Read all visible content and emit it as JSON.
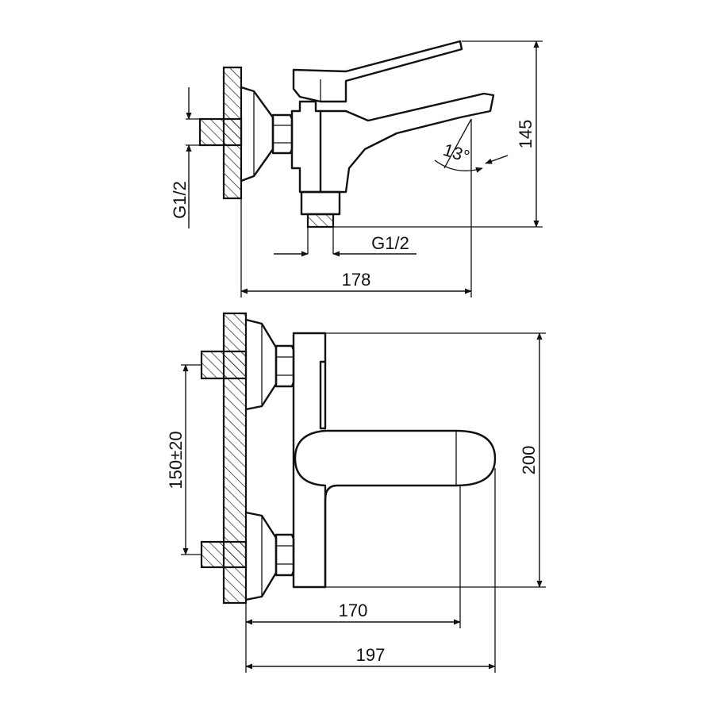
{
  "top_view": {
    "dim_width": "178",
    "dim_height": "145",
    "dim_angle": "13°",
    "dim_inlet_left": "G1/2",
    "dim_inlet_bottom": "G1/2"
  },
  "bottom_view": {
    "dim_centers": "150±20",
    "dim_height": "200",
    "dim_spout": "170",
    "dim_width": "197"
  }
}
